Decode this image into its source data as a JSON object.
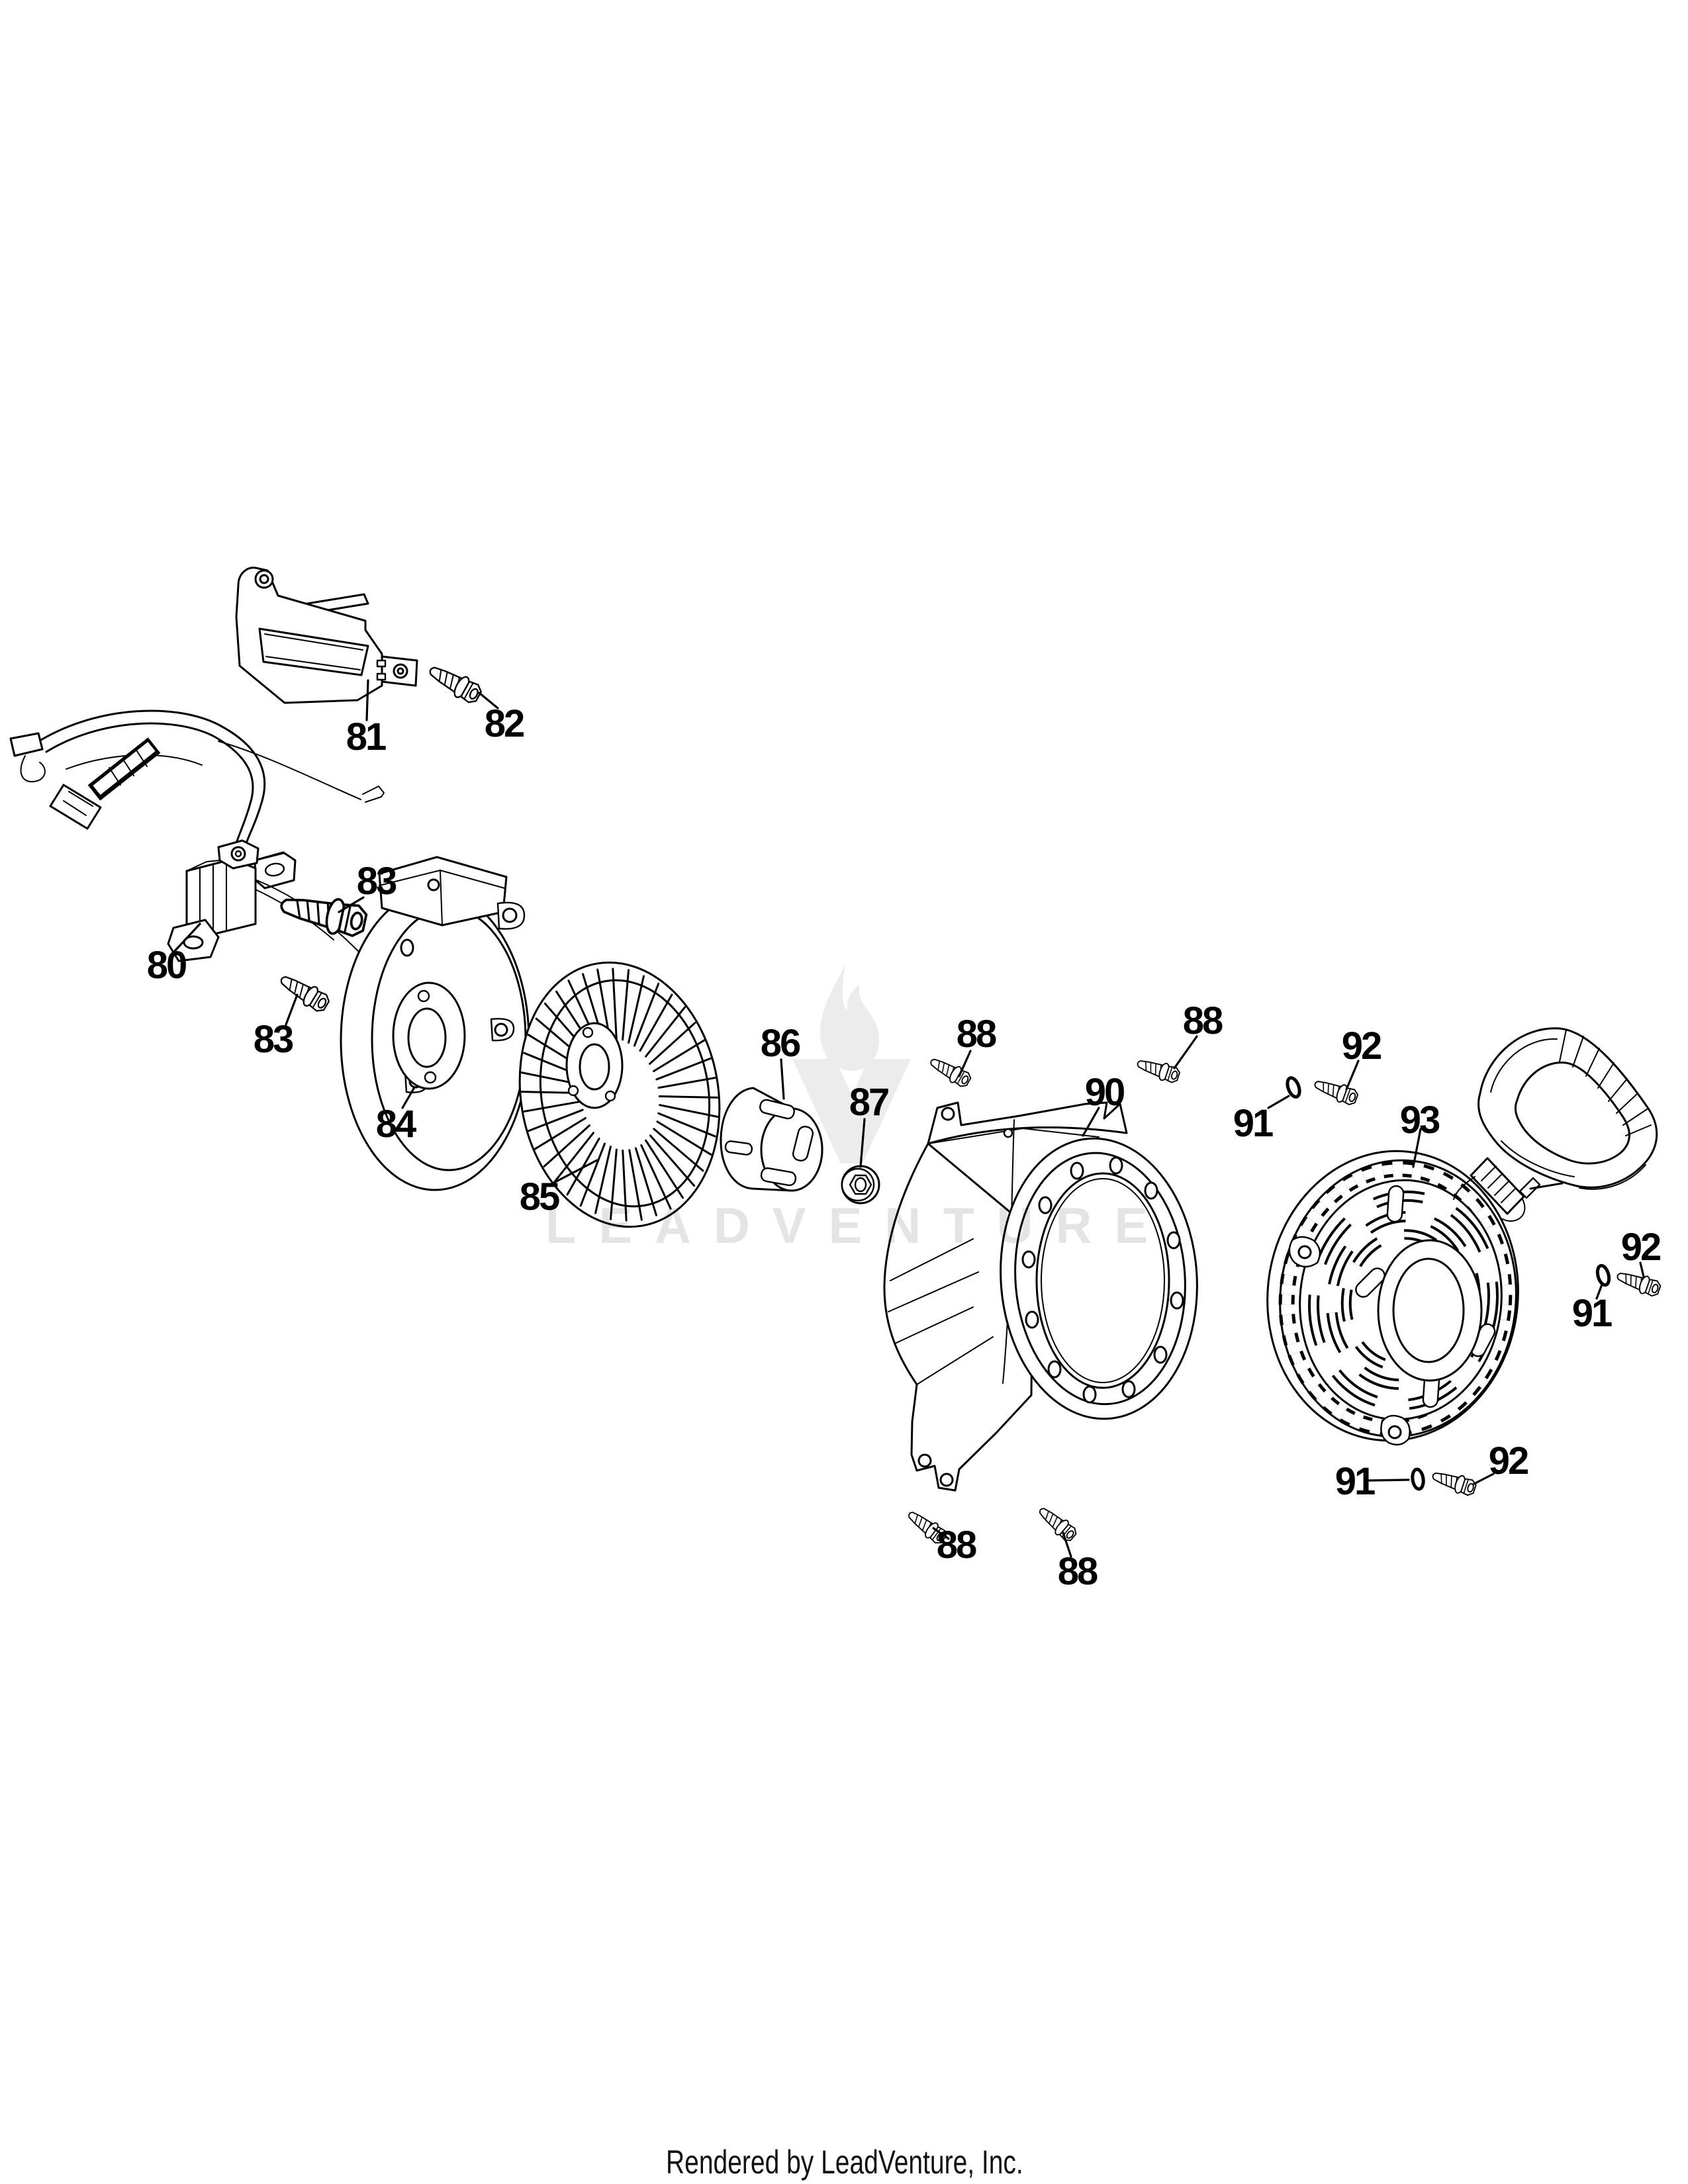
{
  "diagram": {
    "kind": "exploded-parts-diagram",
    "subject": "engine flywheel / blower housing / recoil starter assembly",
    "colors": {
      "ink": "#000000",
      "background": "#ffffff",
      "watermark_text": "#e4e4e4",
      "watermark_logo": "#ececec"
    },
    "callouts": [
      {
        "part": "80"
      },
      {
        "part": "81"
      },
      {
        "part": "82"
      },
      {
        "part": "83"
      },
      {
        "part": "83"
      },
      {
        "part": "84"
      },
      {
        "part": "85"
      },
      {
        "part": "86"
      },
      {
        "part": "87"
      },
      {
        "part": "88"
      },
      {
        "part": "88"
      },
      {
        "part": "88"
      },
      {
        "part": "88"
      },
      {
        "part": "90"
      },
      {
        "part": "91"
      },
      {
        "part": "91"
      },
      {
        "part": "91"
      },
      {
        "part": "92"
      },
      {
        "part": "92"
      },
      {
        "part": "92"
      },
      {
        "part": "93"
      }
    ]
  },
  "watermark": {
    "text": "LEADVENTURE"
  },
  "footer": {
    "text": "Rendered by LeadVenture, Inc."
  }
}
